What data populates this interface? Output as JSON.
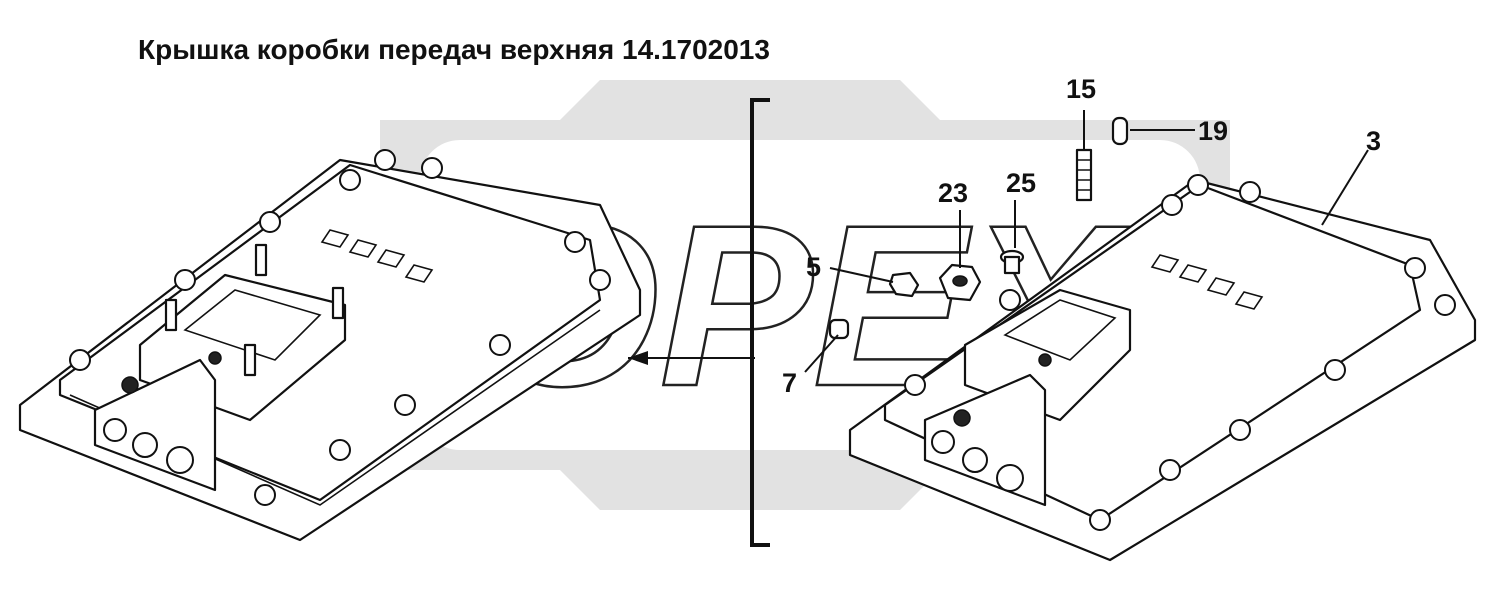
{
  "title": "Крышка коробки передач верхняя 14.1702013",
  "watermark": {
    "text": "OPEX",
    "color": "#e2e2e2"
  },
  "callouts": [
    {
      "id": "c15",
      "label": "15"
    },
    {
      "id": "c19",
      "label": "19"
    },
    {
      "id": "c3",
      "label": "3"
    },
    {
      "id": "c25",
      "label": "25"
    },
    {
      "id": "c23",
      "label": "23"
    },
    {
      "id": "c5",
      "label": "5"
    },
    {
      "id": "c7",
      "label": "7"
    }
  ],
  "colors": {
    "line": "#111111",
    "background": "#ffffff",
    "watermark": "#e2e2e2"
  }
}
